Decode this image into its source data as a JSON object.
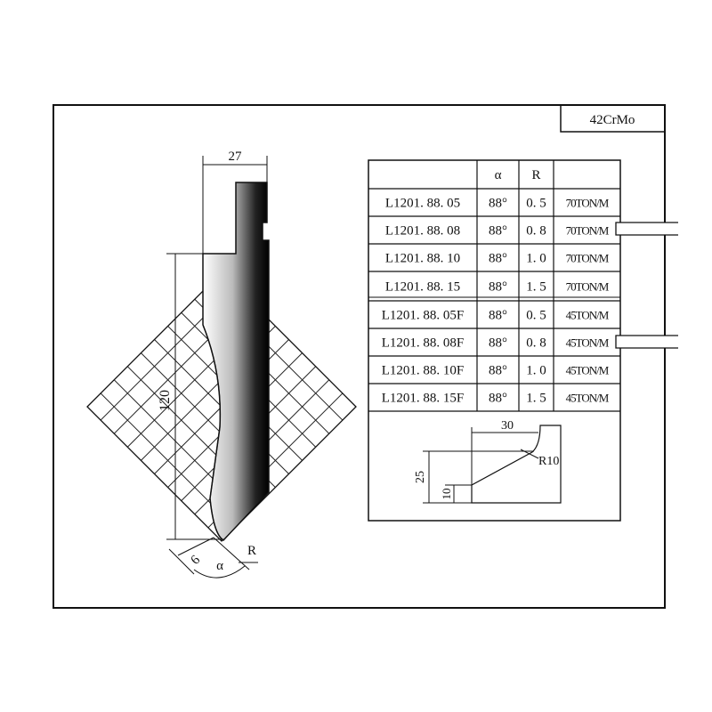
{
  "material": "42CrMo",
  "drawing": {
    "width_dim": "27",
    "height_dim": "120",
    "tip_dim": "6",
    "angle_label": "α",
    "radius_label": "R"
  },
  "table": {
    "headers": [
      "",
      "α",
      "R",
      ""
    ],
    "rows": [
      [
        "L1201. 88. 05",
        "88°",
        "0. 5",
        "70TON/M"
      ],
      [
        "L1201. 88. 08",
        "88°",
        "0. 8",
        "70TON/M"
      ],
      [
        "L1201. 88. 10",
        "88°",
        "1. 0",
        "70TON/M"
      ],
      [
        "L1201. 88. 15",
        "88°",
        "1. 5",
        "70TON/M"
      ],
      [
        "L1201. 88. 05F",
        "88°",
        "0. 5",
        "45TON/M"
      ],
      [
        "L1201. 88. 08F",
        "88°",
        "0. 8",
        "45TON/M"
      ],
      [
        "L1201. 88. 10F",
        "88°",
        "1. 0",
        "45TON/M"
      ],
      [
        "L1201. 88. 15F",
        "88°",
        "1. 5",
        "45TON/M"
      ]
    ]
  },
  "profile": {
    "width_dim": "30",
    "radius_dim": "R10",
    "height_dim": "25",
    "lower_dim": "10"
  }
}
